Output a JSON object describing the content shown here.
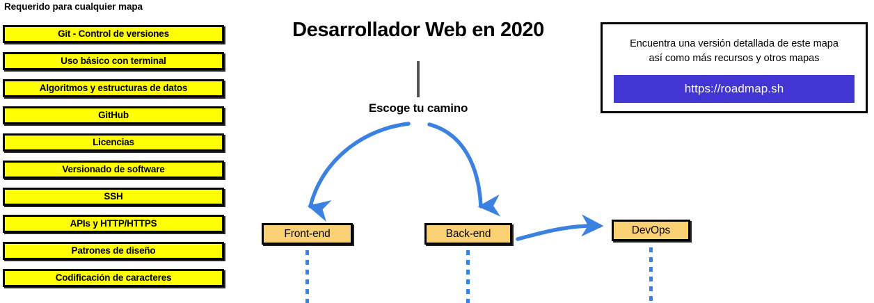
{
  "page": {
    "title": "Desarrollador Web en 2020",
    "background": "#ffffff"
  },
  "colors": {
    "required_box_fill": "#ffff00",
    "node_fill": "#fad074",
    "border": "#000000",
    "arrow_blue": "#3b82e0",
    "link_button": "#4136d4",
    "stem_gray": "#555555",
    "link_text": "#ffffff"
  },
  "required_section": {
    "heading": "Requerido para cualquier mapa",
    "items": [
      {
        "label": "Git - Control de versiones"
      },
      {
        "label": "Uso básico con terminal"
      },
      {
        "label": "Algoritmos y estructuras de datos"
      },
      {
        "label": "GitHub"
      },
      {
        "label": "Licencias"
      },
      {
        "label": "Versionado de software"
      },
      {
        "label": "SSH"
      },
      {
        "label": "APIs y HTTP/HTTPS"
      },
      {
        "label": "Patrones de diseño"
      },
      {
        "label": "Codificación de caracteres"
      }
    ]
  },
  "center": {
    "title": "Desarrollador Web en 2020",
    "choose_path_label": "Escoge tu camino"
  },
  "info_card": {
    "line1": "Encuentra una versión detallada de este mapa",
    "line2": "así como más recursos y otros mapas",
    "link_label": "https://roadmap.sh"
  },
  "flow": {
    "nodes": [
      {
        "id": "frontend",
        "label": "Front-end"
      },
      {
        "id": "backend",
        "label": "Back-end"
      },
      {
        "id": "devops",
        "label": "DevOps"
      }
    ],
    "connectors": [
      {
        "from": "choose-path",
        "to": "frontend",
        "style": "curved-arrow"
      },
      {
        "from": "choose-path",
        "to": "backend",
        "style": "curved-arrow"
      },
      {
        "from": "backend",
        "to": "devops",
        "style": "curved-arrow"
      },
      {
        "from": "frontend",
        "to": "continues-below",
        "style": "dashed"
      },
      {
        "from": "backend",
        "to": "continues-below",
        "style": "dashed"
      },
      {
        "from": "devops",
        "to": "continues-below",
        "style": "dashed"
      }
    ]
  }
}
